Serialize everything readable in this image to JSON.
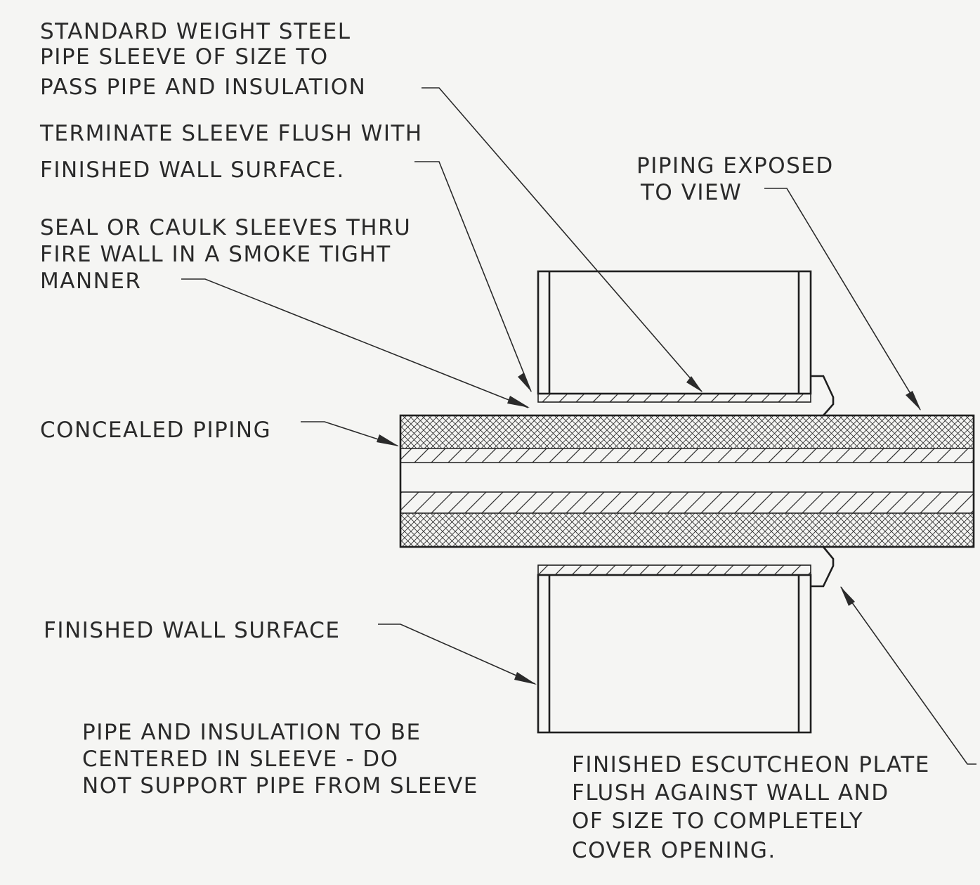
{
  "notes": {
    "sleeve": [
      "STANDARD WEIGHT STEEL",
      "PIPE SLEEVE OF SIZE TO",
      "PASS PIPE AND INSULATION"
    ],
    "terminate": [
      "TERMINATE SLEEVE FLUSH WITH",
      "FINISHED WALL SURFACE."
    ],
    "seal": [
      "SEAL OR CAULK SLEEVES THRU",
      "FIRE WALL IN A SMOKE TIGHT",
      "MANNER"
    ],
    "concealed": [
      "CONCEALED PIPING"
    ],
    "exposed": [
      "PIPING EXPOSED",
      "TO VIEW"
    ],
    "wall_surface": [
      "FINISHED WALL SURFACE"
    ],
    "centered": [
      "PIPE AND INSULATION TO BE",
      "CENTERED IN SLEEVE - DO",
      "NOT SUPPORT PIPE FROM SLEEVE"
    ],
    "escutcheon": [
      "FINISHED ESCUTCHEON PLATE",
      "FLUSH AGAINST WALL AND",
      "OF SIZE TO COMPLETELY",
      "COVER OPENING."
    ]
  },
  "colors": {
    "ink": "#1f1f1f",
    "paper": "#f5f5f3"
  }
}
